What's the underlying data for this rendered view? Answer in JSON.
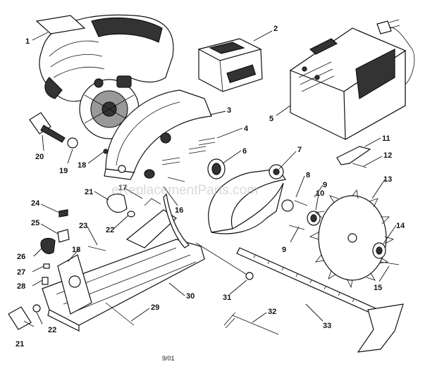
{
  "watermark": "eReplacementParts.com",
  "revision": "9/01",
  "callouts": [
    {
      "label": "1"
    },
    {
      "label": "2"
    },
    {
      "label": "3"
    },
    {
      "label": "4"
    },
    {
      "label": "5"
    },
    {
      "label": "6"
    },
    {
      "label": "7"
    },
    {
      "label": "8"
    },
    {
      "label": "9"
    },
    {
      "label": "10"
    },
    {
      "label": "11"
    },
    {
      "label": "12"
    },
    {
      "label": "13"
    },
    {
      "label": "14"
    },
    {
      "label": "15"
    },
    {
      "label": "16"
    },
    {
      "label": "17"
    },
    {
      "label": "18"
    },
    {
      "label": "18"
    },
    {
      "label": "19"
    },
    {
      "label": "20"
    },
    {
      "label": "21"
    },
    {
      "label": "21"
    },
    {
      "label": "22"
    },
    {
      "label": "22"
    },
    {
      "label": "23"
    },
    {
      "label": "24"
    },
    {
      "label": "25"
    },
    {
      "label": "26"
    },
    {
      "label": "27"
    },
    {
      "label": "28"
    },
    {
      "label": "29"
    },
    {
      "label": "30"
    },
    {
      "label": "31"
    },
    {
      "label": "32"
    },
    {
      "label": "33"
    },
    {
      "label": "9"
    }
  ]
}
